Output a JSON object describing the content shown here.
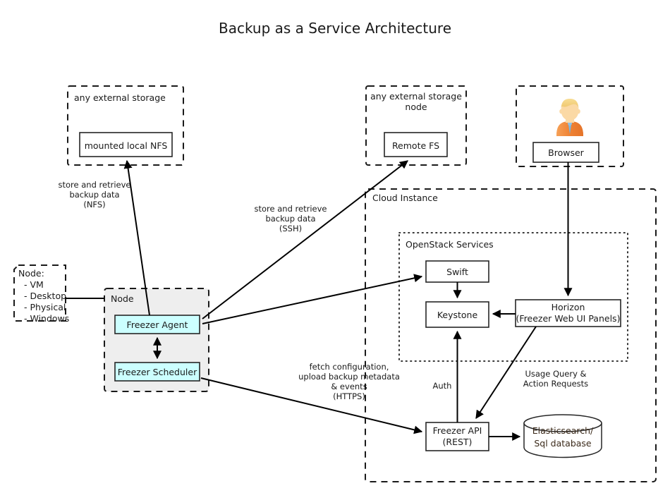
{
  "title": "Backup as a Service Architecture",
  "containers": {
    "external_storage": {
      "label": "any external storage"
    },
    "external_storage_node": {
      "label_line1": "any external storage",
      "label_line2": "node"
    },
    "browser_zone": {
      "label": ""
    },
    "cloud_instance": {
      "label": "Cloud Instance"
    },
    "openstack_services": {
      "label": "OpenStack Services"
    },
    "node": {
      "label": "Node"
    }
  },
  "nodes": {
    "mounted_nfs": {
      "label": "mounted local NFS"
    },
    "remote_fs": {
      "label": "Remote FS"
    },
    "browser": {
      "label": "Browser"
    },
    "swift": {
      "label": "Swift"
    },
    "keystone": {
      "label": "Keystone"
    },
    "horizon": {
      "label_line1": "Horizon",
      "label_line2": "(Freezer Web UI Panels)"
    },
    "freezer_agent": {
      "label": "Freezer Agent"
    },
    "freezer_scheduler": {
      "label": "Freezer Scheduler"
    },
    "freezer_api": {
      "label_line1": "Freezer API",
      "label_line2": "(REST)"
    },
    "database": {
      "label_line1": "Elasticsearch/",
      "label_line2": "Sql database"
    }
  },
  "note": {
    "line1": "Node:",
    "line2": "- VM",
    "line3": "- Desktop",
    "line4": "- Physical",
    "line5": "- Windows"
  },
  "edge_labels": {
    "nfs": {
      "line1": "store and retrieve",
      "line2": "backup data",
      "line3": "(NFS)"
    },
    "ssh": {
      "line1": "store and retrieve",
      "line2": "backup data",
      "line3": "(SSH)"
    },
    "https": {
      "line1": "fetch configuration,",
      "line2": "upload backup metadata",
      "line3": "& events",
      "line4": "(HTTPS)"
    },
    "auth": {
      "line1": "Auth"
    },
    "usage": {
      "line1": "Usage Query &",
      "line2": "Action Requests"
    }
  },
  "icons": {
    "user_avatar": "user-avatar-icon"
  },
  "colors": {
    "accent_cyan": "#ccffff",
    "node_fill": "#eeeeee",
    "stroke": "#1a1a1a",
    "avatar_shirt": "#f08a3c",
    "avatar_hair": "#f5cf78",
    "avatar_skin": "#fbd9a5",
    "avatar_tie": "#7cb6de",
    "db_text": "#3b2a1a"
  }
}
